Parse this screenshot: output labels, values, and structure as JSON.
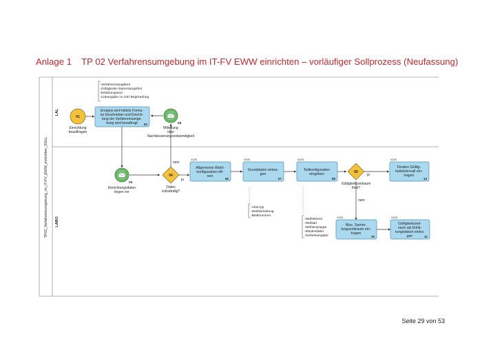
{
  "title": {
    "annex": "Anlage 1",
    "text": "TP 02 Verfahrensumgebung im IT-FV EWW einrichten – vorläufiger Sollprozess (Neufassung)"
  },
  "footer": "Seite 29 von 53",
  "pool_label": "TP02_Verfahrensumgebung_im_IT-FV_EWW_einrichten_SOLL",
  "lanes": [
    "LAL",
    "LABO"
  ],
  "vois_label": "VOIS",
  "note_top": [
    "-Verfahrensangaben",
    "-Gültigkeits-/Sammlungsfrist",
    "-Erklärungstext",
    "-Linkangabe zu GE/ Begründung"
  ],
  "note_mid": [
    "-Abst.typ",
    "-Wahleinteilung",
    "-Blattnummer"
  ],
  "note_low": [
    "-Wahlebene",
    "-Wahlart",
    "-Wählergruppe",
    "-Mindestalter",
    "-Gebietsangabe"
  ],
  "events": {
    "start": {
      "num": "01",
      "label": [
        "Einrichtung",
        "beauftragen"
      ]
    },
    "msg05": {
      "num": "05",
      "label": [
        "Mitteilung",
        "über",
        "Nachbesserungsnotwendigkeit"
      ]
    },
    "msg03": {
      "num": "03",
      "label": [
        "Einrichtungsdaten",
        "liegen vor"
      ]
    }
  },
  "gateways": {
    "g04": {
      "num": "04",
      "label": [
        "Daten",
        "vollständig?"
      ]
    },
    "g09": {
      "num": "09",
      "label": [
        "Gültigkeitszeitraum",
        "final?"
      ]
    }
  },
  "tasks": {
    "t02": {
      "num": "02",
      "label": [
        "Ereignis wird mittels Formu-",
        "lar beschrieben und Einrich-",
        "tung der Verfahrensumge-",
        "bung wird beauftragt"
      ]
    },
    "t06": {
      "num": "06",
      "label": [
        "Allgemeine Wahl-",
        "konfiguration öff-",
        "nen"
      ]
    },
    "t07": {
      "num": "07",
      "label": [
        "Grunddaten eintra-",
        "gen"
      ]
    },
    "t08": {
      "num": "08",
      "label": [
        "Teilkonfiguration",
        "eingeben"
      ]
    },
    "t13": {
      "num": "13",
      "label": [
        "Finalen Gültig-",
        "keitsintervall ein-",
        "tragen"
      ]
    },
    "t10": {
      "num": "10",
      "label": [
        "Max. Samm-",
        "lungszeitraum ein-",
        "tragen"
      ]
    },
    "t11": {
      "num": "11",
      "label": [
        "Gültigkeitszeit-",
        "raum als Erklä-",
        "rungsdatum eintra-",
        "gen"
      ]
    }
  },
  "flow_labels": {
    "nein_up": "nein",
    "ja_04": "ja",
    "ja_09": "ja",
    "nein_09": "nein"
  },
  "colors": {
    "task": "#a9d8ef",
    "task_border": "#4b8fb5",
    "start": "#f3c23a",
    "event": "#7cc67c",
    "gateway": "#f3c23a",
    "pool_line": "#9a9a9a",
    "title": "#c0282d"
  }
}
